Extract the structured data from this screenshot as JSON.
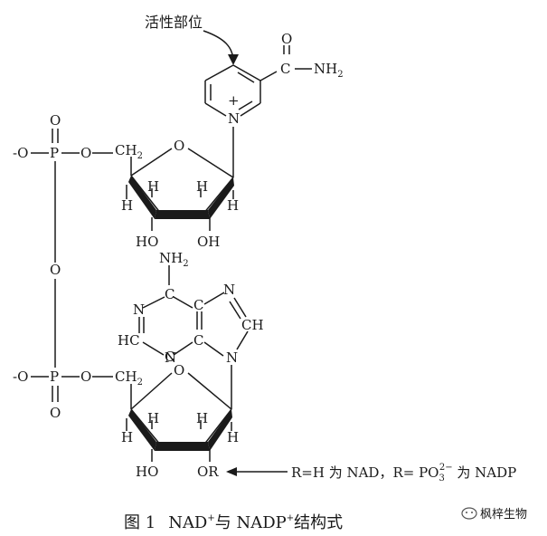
{
  "annotation": {
    "active_site": "活性部位"
  },
  "nicotinamide": {
    "ring_nitrogen": "N",
    "charge": "+",
    "carbonyl_oxygen": "O",
    "carbonyl_carbon": "C",
    "amide_group": "NH",
    "amide_subscript": "2"
  },
  "ribose_top": {
    "ring_oxygen": "O",
    "ch2": "CH",
    "ch2_subscript": "2",
    "h_labels": [
      "H",
      "H",
      "H",
      "H"
    ],
    "hydroxyls": [
      "HO",
      "OH"
    ]
  },
  "phosphate_top": {
    "ion": "-O",
    "p": "P",
    "o_double": "O",
    "o_link": "O"
  },
  "bridge_oxygen": "O",
  "phosphate_bottom": {
    "ion": "-O",
    "p": "P",
    "o_double": "O",
    "o_link": "O"
  },
  "adenine": {
    "amino": "NH",
    "amino_subscript": "2",
    "carbons": [
      "C",
      "C",
      "C",
      "C"
    ],
    "nitrogens": [
      "N",
      "N",
      "N",
      "N"
    ],
    "hc": "HC",
    "ch": "CH"
  },
  "ribose_bottom": {
    "ring_oxygen": "O",
    "ch2": "CH",
    "ch2_subscript": "2",
    "h_labels": [
      "H",
      "H",
      "H",
      "H"
    ],
    "hydroxyls": [
      "HO",
      "OR"
    ]
  },
  "r_note": {
    "part1": "R=H 为 NAD，R= PO",
    "sub": "3",
    "sup": "2−",
    "part2": " 为 NADP"
  },
  "caption": {
    "fig": "图 1",
    "nad": "NAD",
    "plus1": "+",
    "conj": "与 NADP",
    "plus2": "+",
    "suffix": "结构式"
  },
  "watermark": {
    "text": "枫梓生物"
  }
}
